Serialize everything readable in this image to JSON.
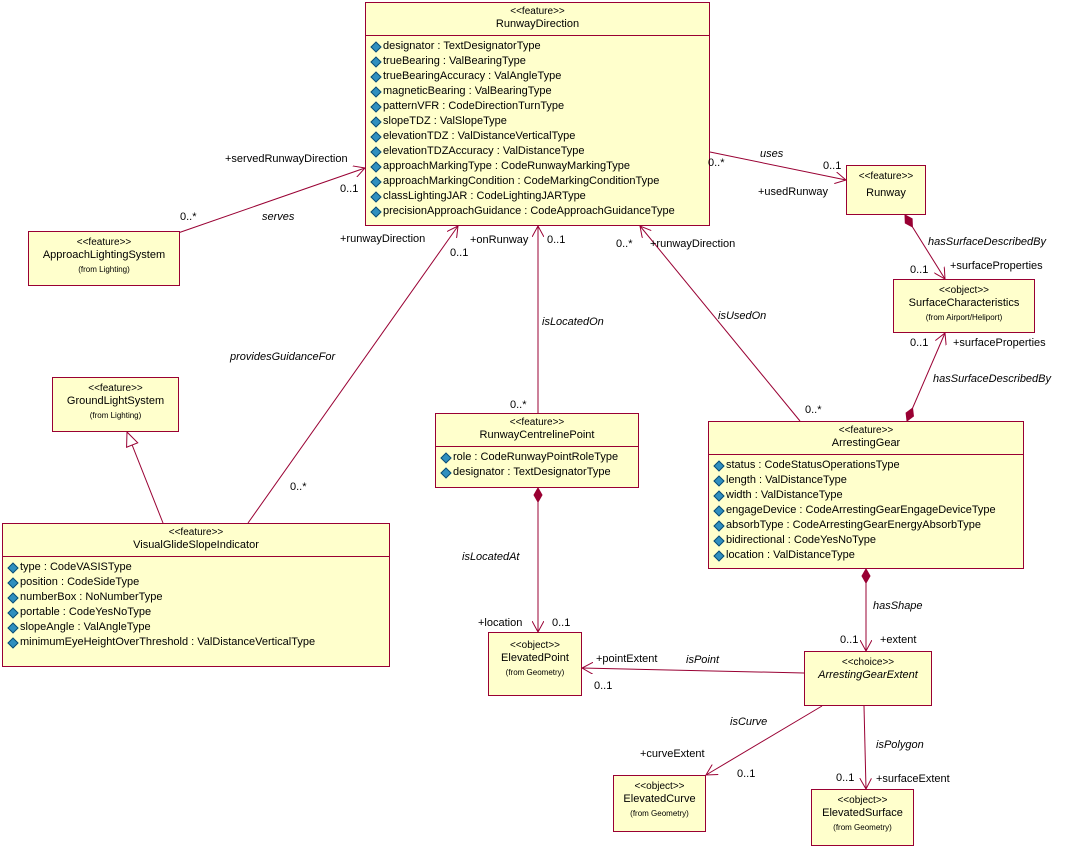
{
  "classes": {
    "runway_direction": {
      "stereotype": "<<feature>>",
      "name": "RunwayDirection",
      "attributes": [
        "designator : TextDesignatorType",
        "trueBearing : ValBearingType",
        "trueBearingAccuracy : ValAngleType",
        "magneticBearing : ValBearingType",
        "patternVFR : CodeDirectionTurnType",
        "slopeTDZ : ValSlopeType",
        "elevationTDZ : ValDistanceVerticalType",
        "elevationTDZAccuracy : ValDistanceType",
        "approachMarkingType : CodeRunwayMarkingType",
        "approachMarkingCondition : CodeMarkingConditionType",
        "classLightingJAR : CodeLightingJARType",
        "precisionApproachGuidance : CodeApproachGuidanceType"
      ]
    },
    "runway": {
      "stereotype": "<<feature>>",
      "name": "Runway"
    },
    "approach_lighting_system": {
      "stereotype": "<<feature>>",
      "name": "ApproachLightingSystem",
      "from": "(from Lighting)"
    },
    "surface_characteristics": {
      "stereotype": "<<object>>",
      "name": "SurfaceCharacteristics",
      "from": "(from Airport/Heliport)"
    },
    "ground_light_system": {
      "stereotype": "<<feature>>",
      "name": "GroundLightSystem",
      "from": "(from Lighting)"
    },
    "runway_centreline_point": {
      "stereotype": "<<feature>>",
      "name": "RunwayCentrelinePoint",
      "attributes": [
        "role : CodeRunwayPointRoleType",
        "designator : TextDesignatorType"
      ]
    },
    "arresting_gear": {
      "stereotype": "<<feature>>",
      "name": "ArrestingGear",
      "attributes": [
        "status : CodeStatusOperationsType",
        "length : ValDistanceType",
        "width : ValDistanceType",
        "engageDevice : CodeArrestingGearEngageDeviceType",
        "absorbType : CodeArrestingGearEnergyAbsorbType",
        "bidirectional : CodeYesNoType",
        "location : ValDistanceType"
      ]
    },
    "visual_glide_slope_indicator": {
      "stereotype": "<<feature>>",
      "name": "VisualGlideSlopeIndicator",
      "attributes": [
        "type : CodeVASISType",
        "position : CodeSideType",
        "numberBox : NoNumberType",
        "portable : CodeYesNoType",
        "slopeAngle : ValAngleType",
        "minimumEyeHeightOverThreshold : ValDistanceVerticalType"
      ]
    },
    "elevated_point": {
      "stereotype": "<<object>>",
      "name": "ElevatedPoint",
      "from": "(from Geometry)"
    },
    "arresting_gear_extent": {
      "stereotype": "<<choice>>",
      "name": "ArrestingGearExtent"
    },
    "elevated_curve": {
      "stereotype": "<<object>>",
      "name": "ElevatedCurve",
      "from": "(from Geometry)"
    },
    "elevated_surface": {
      "stereotype": "<<object>>",
      "name": "ElevatedSurface",
      "from": "(from Geometry)"
    }
  },
  "associations": {
    "serves": {
      "name": "serves",
      "role_a": "+servedRunwayDirection",
      "mult_a": "0..1",
      "mult_b": "0..*"
    },
    "uses": {
      "name": "uses",
      "mult_a": "0..*",
      "mult_b": "0..1",
      "role_b": "+usedRunway"
    },
    "provides_guidance_for": {
      "name": "providesGuidanceFor",
      "role_a": "+runwayDirection",
      "mult_a": "0..1",
      "mult_b": "0..*"
    },
    "is_located_on": {
      "name": "isLocatedOn",
      "role_a": "+onRunway",
      "mult_a": "0..1",
      "mult_b": "0..*"
    },
    "is_used_on": {
      "name": "isUsedOn",
      "role_a": "+runwayDirection",
      "mult_a": "0..*",
      "mult_b": "0..*"
    },
    "runway_surface": {
      "name": "hasSurfaceDescribedBy",
      "mult": "0..1",
      "role": "+surfaceProperties"
    },
    "gear_surface": {
      "name": "hasSurfaceDescribedBy",
      "mult": "0..1",
      "role": "+surfaceProperties"
    },
    "is_located_at": {
      "name": "isLocatedAt",
      "role": "+location",
      "mult": "0..1"
    },
    "has_shape": {
      "name": "hasShape",
      "mult": "0..1",
      "role": "+extent"
    },
    "is_point": {
      "name": "isPoint",
      "role": "+pointExtent",
      "mult": "0..1"
    },
    "is_curve": {
      "name": "isCurve",
      "role": "+curveExtent",
      "mult": "0..1"
    },
    "is_polygon": {
      "name": "isPolygon",
      "mult": "0..1",
      "role": "+surfaceExtent"
    }
  },
  "colors": {
    "border": "#990033",
    "fill": "#ffffcc",
    "attribute_icon": "#2f8fbf"
  }
}
